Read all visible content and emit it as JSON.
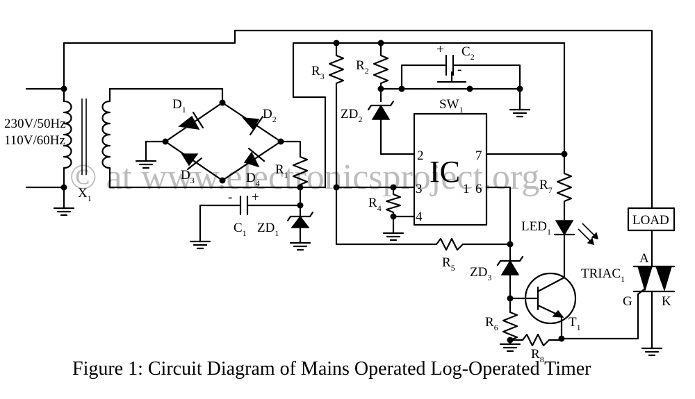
{
  "caption": "Figure 1: Circuit Diagram of Mains Operated Log-Operated Timer",
  "watermark": "© at www.electronicsproject.org",
  "mains": {
    "line1": "230V/50Hz",
    "line2": "110V/60Hz"
  },
  "ic": {
    "label": "IC",
    "pins": [
      "2",
      "3",
      "4",
      "7",
      "1",
      "6"
    ]
  },
  "load_label": "LOAD",
  "triac_terminals": {
    "a": "A",
    "g": "G",
    "k": "K"
  },
  "components": [
    {
      "id": "X",
      "sub": "1"
    },
    {
      "id": "D",
      "sub": "1"
    },
    {
      "id": "D",
      "sub": "2"
    },
    {
      "id": "D",
      "sub": "3"
    },
    {
      "id": "D",
      "sub": "4"
    },
    {
      "id": "R",
      "sub": "1"
    },
    {
      "id": "C",
      "sub": "1"
    },
    {
      "id": "ZD",
      "sub": "1"
    },
    {
      "id": "R",
      "sub": "3"
    },
    {
      "id": "R",
      "sub": "2"
    },
    {
      "id": "C",
      "sub": "2"
    },
    {
      "id": "SW",
      "sub": "1"
    },
    {
      "id": "ZD",
      "sub": "2"
    },
    {
      "id": "R",
      "sub": "4"
    },
    {
      "id": "R",
      "sub": "5"
    },
    {
      "id": "ZD",
      "sub": "3"
    },
    {
      "id": "R",
      "sub": "6"
    },
    {
      "id": "R",
      "sub": "7"
    },
    {
      "id": "LED",
      "sub": "1"
    },
    {
      "id": "T",
      "sub": "1"
    },
    {
      "id": "R",
      "sub": "8"
    },
    {
      "id": "TRIAC",
      "sub": "1"
    }
  ],
  "polarity": {
    "plus": "+",
    "minus": "-"
  }
}
